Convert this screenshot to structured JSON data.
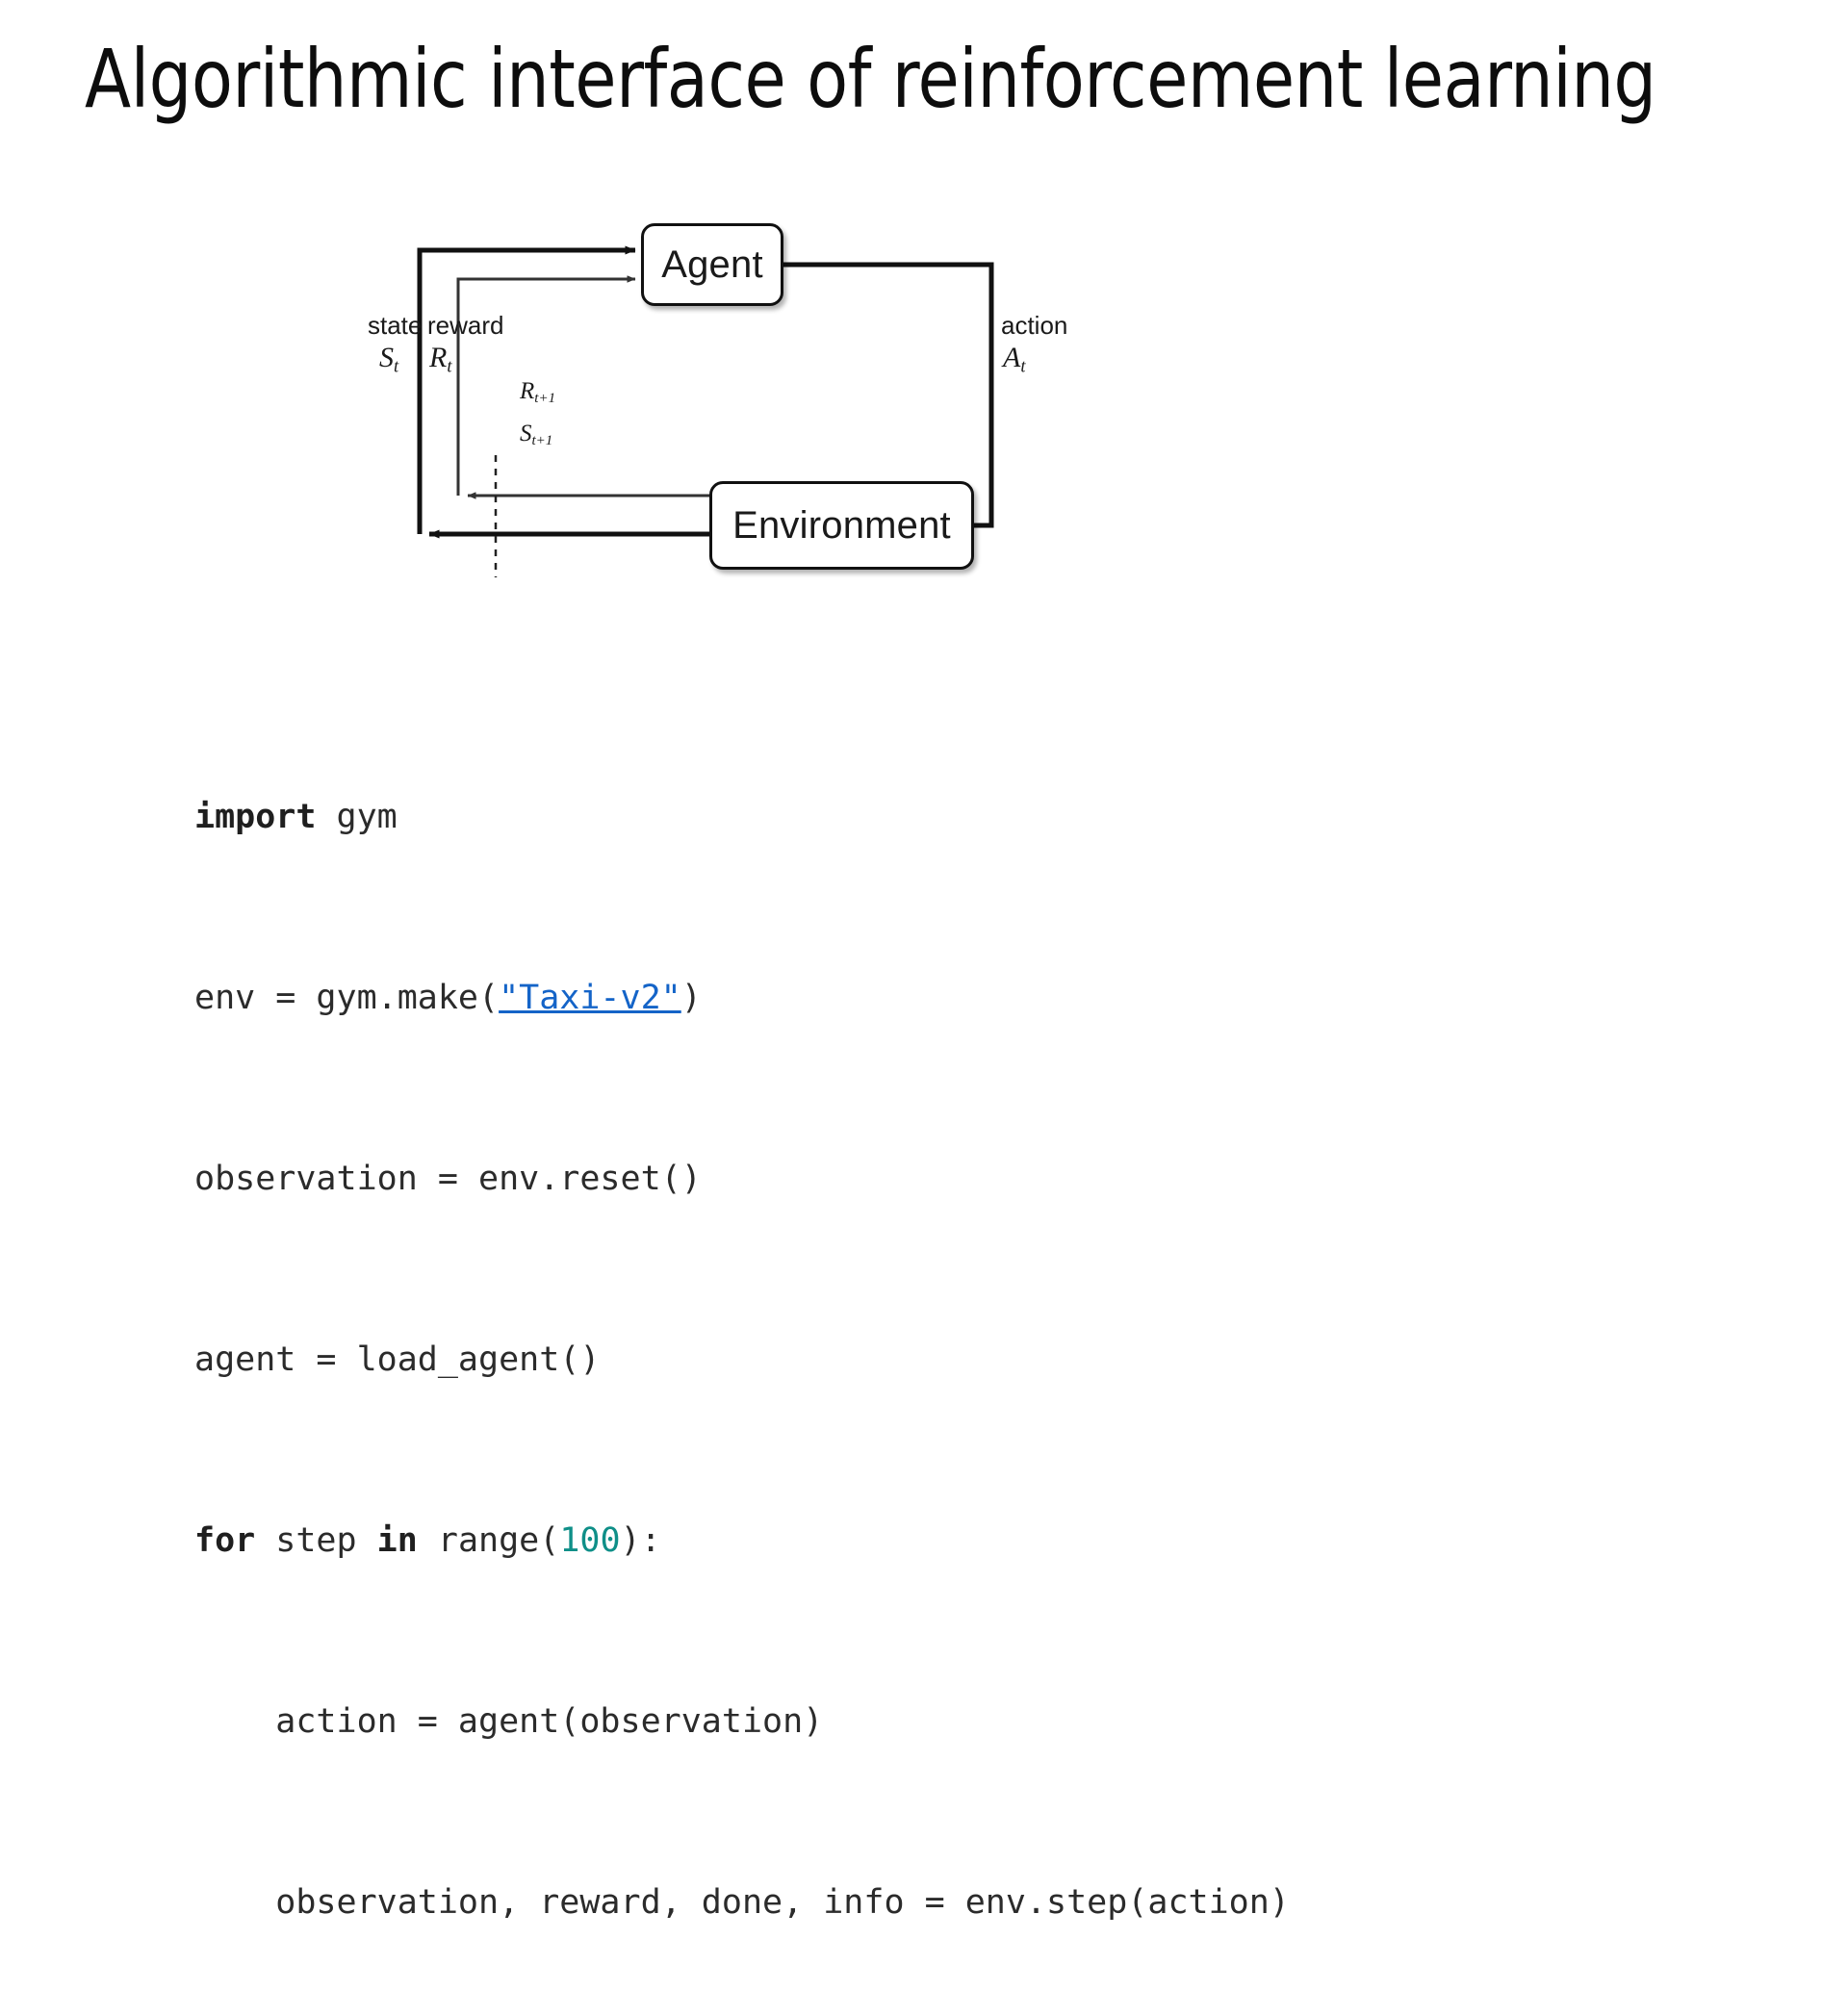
{
  "slide": {
    "title": "Algorithmic interface of reinforcement learning",
    "background_color": "#ffffff",
    "text_color": "#0d0d0d"
  },
  "diagram": {
    "name": "agent-environment-interaction-loop",
    "nodes": [
      {
        "id": "agent",
        "label": "Agent"
      },
      {
        "id": "environment",
        "label": "Environment"
      }
    ],
    "edge_labels": {
      "state_text": "state",
      "state_symbol": "S",
      "state_subscript": "t",
      "reward_text": "reward",
      "reward_symbol": "R",
      "reward_subscript": "t",
      "action_text": "action",
      "action_symbol": "A",
      "action_subscript": "t",
      "next_reward_symbol": "R",
      "next_reward_subscript": "t+1",
      "next_state_symbol": "S",
      "next_state_subscript": "t+1"
    },
    "stroke_color": "#111111"
  },
  "code": {
    "language": "python",
    "link_color": "#1464c8",
    "number_color": "#0f8f88",
    "lines": [
      {
        "id": "line-1",
        "plain": "import gym"
      },
      {
        "id": "line-2",
        "plain": "env = gym.make(\"Taxi-v2\")"
      },
      {
        "id": "line-3",
        "plain": "observation = env.reset()"
      },
      {
        "id": "line-4",
        "plain": "agent = load_agent()"
      },
      {
        "id": "line-5",
        "plain": "for step in range(100):"
      },
      {
        "id": "line-6",
        "plain": "    action = agent(observation)"
      },
      {
        "id": "line-7",
        "plain": "    observation, reward, done, info = env.step(action)"
      }
    ],
    "tokens": {
      "kw_import": "import",
      "kw_for": "for",
      "kw_in": "in",
      "link_text": "\"Taxi-v2\"",
      "number_100": "100",
      "l1_rest": " gym",
      "l2_a": "env = gym.make(",
      "l2_b": ")",
      "l3": "observation = env.reset()",
      "l4": "agent = load_agent()",
      "l5_a": " step ",
      "l5_b": " range(",
      "l5_c": "):",
      "l6": "    action = agent(observation)",
      "l7": "    observation, reward, done, info = env.step(action)"
    }
  }
}
